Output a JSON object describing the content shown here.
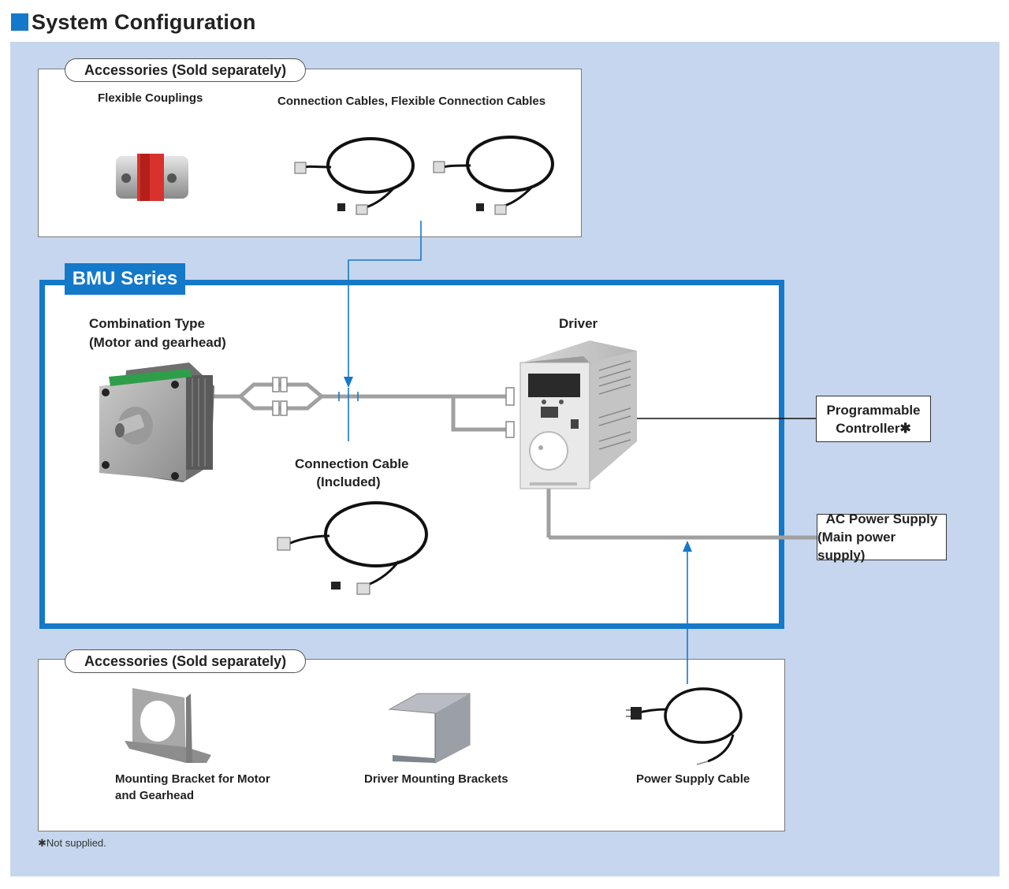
{
  "title": "System Configuration",
  "accessories_top": {
    "pill": "Accessories (Sold separately)",
    "couplings_label": "Flexible Couplings",
    "cables_label": "Connection Cables, Flexible Connection Cables"
  },
  "bmu": {
    "series_label": "BMU Series",
    "motor_label_line1": "Combination Type",
    "motor_label_line2": "(Motor and gearhead)",
    "driver_label": "Driver",
    "cable_label_line1": "Connection Cable",
    "cable_label_line2": "(Included)"
  },
  "plc": {
    "line1": "Programmable",
    "line2": "Controller✱"
  },
  "ac_power": {
    "line1": "AC Power Supply",
    "line2": "(Main power supply)"
  },
  "accessories_bottom": {
    "pill": "Accessories (Sold separately)",
    "bracket_motor_line1": "Mounting Bracket for Motor",
    "bracket_motor_line2": "and Gearhead",
    "driver_brackets": "Driver Mounting Brackets",
    "power_cable": "Power Supply Cable"
  },
  "footnote": "✱Not supplied.",
  "colors": {
    "accent": "#1479c9",
    "background_panel": "#c6d6ee",
    "wire": "#9a9a9a",
    "cable": "#111111"
  }
}
